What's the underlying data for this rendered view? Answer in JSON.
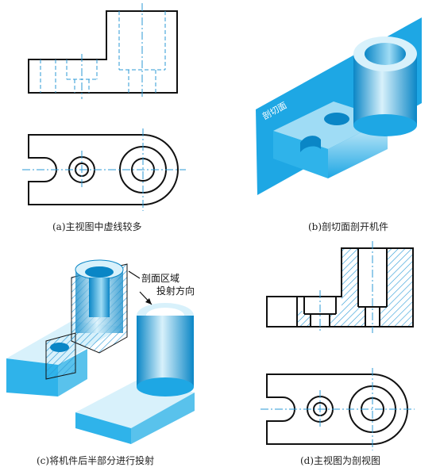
{
  "panels": {
    "a": {
      "caption": "(a)主视图中虚线较多"
    },
    "b": {
      "caption": "(b)剖切面剖开机件",
      "plane_label": "剖切面"
    },
    "c": {
      "caption": "(c)将机件后半部分进行投射",
      "section_label": "剖面区域",
      "projection_label": "投射方向"
    },
    "d": {
      "caption": "(d)主视图为剖视图"
    }
  },
  "colors": {
    "line": "#111111",
    "hidden_line": "#2b9ad6",
    "plane": "#1ea7e4",
    "body_light": "#d8f1fb",
    "body_mid": "#59c2ec",
    "body_dark": "#0a86c6",
    "hatch": "#2b9ad6"
  }
}
